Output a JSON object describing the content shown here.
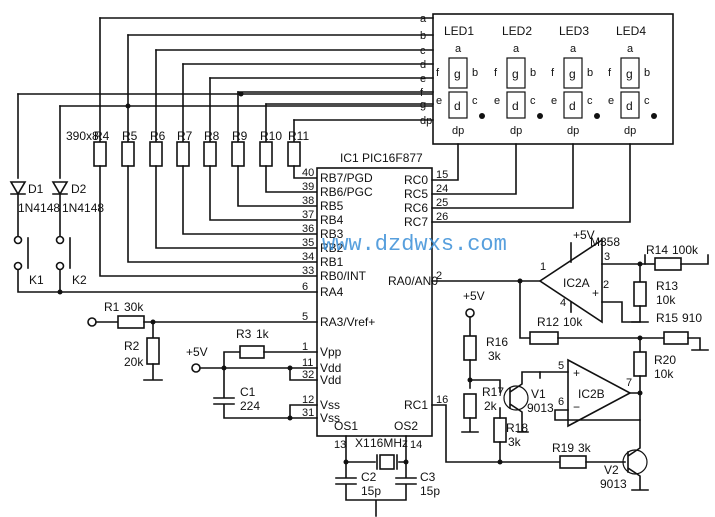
{
  "segment_lines": [
    "a",
    "b",
    "c",
    "d",
    "e",
    "f",
    "g",
    "dp"
  ],
  "displays": [
    {
      "name": "LED1",
      "seg_a": "a",
      "seg_g": "g",
      "seg_b": "b",
      "seg_f": "f",
      "seg_c": "c",
      "seg_e": "e",
      "seg_d": "d",
      "seg_dp": "dp"
    },
    {
      "name": "LED2",
      "seg_a": "a",
      "seg_g": "g",
      "seg_b": "b",
      "seg_f": "f",
      "seg_c": "c",
      "seg_e": "e",
      "seg_d": "d",
      "seg_dp": "dp"
    },
    {
      "name": "LED3",
      "seg_a": "a",
      "seg_g": "g",
      "seg_b": "b",
      "seg_f": "f",
      "seg_c": "c",
      "seg_e": "e",
      "seg_d": "d",
      "seg_dp": "dp"
    },
    {
      "name": "LED4",
      "seg_a": "a",
      "seg_g": "g",
      "seg_b": "b",
      "seg_f": "f",
      "seg_c": "c",
      "seg_e": "e",
      "seg_d": "d",
      "seg_dp": "dp"
    }
  ],
  "resistor_array": {
    "note": "390x8",
    "names": [
      "R4",
      "R5",
      "R6",
      "R7",
      "R8",
      "R9",
      "R10",
      "R11"
    ]
  },
  "ic1": {
    "title": "IC1  PIC16F877",
    "left_pins": [
      {
        "num": "40",
        "name": "RB7/PGD"
      },
      {
        "num": "39",
        "name": "RB6/PGC"
      },
      {
        "num": "38",
        "name": "RB5"
      },
      {
        "num": "37",
        "name": "RB4"
      },
      {
        "num": "36",
        "name": "RB3"
      },
      {
        "num": "35",
        "name": "RB2"
      },
      {
        "num": "34",
        "name": "RB1"
      },
      {
        "num": "33",
        "name": "RB0/INT"
      },
      {
        "num": "6",
        "name": "RA4"
      },
      {
        "num": "5",
        "name": "RA3/Vref+"
      },
      {
        "num": "1",
        "name": "Vpp"
      },
      {
        "num": "11",
        "name": "Vdd"
      },
      {
        "num": "32",
        "name": "Vdd"
      },
      {
        "num": "12",
        "name": "Vss"
      },
      {
        "num": "31",
        "name": "Vss"
      }
    ],
    "right_pins": [
      {
        "num": "15",
        "name": "RC0"
      },
      {
        "num": "24",
        "name": "RC5"
      },
      {
        "num": "25",
        "name": "RC6"
      },
      {
        "num": "26",
        "name": "RC7"
      },
      {
        "num": "2",
        "name": "RA0/AN0"
      },
      {
        "num": "16",
        "name": "RC1"
      }
    ],
    "bottom_pins": [
      {
        "num": "13",
        "name": "OS1"
      },
      {
        "num": "14",
        "name": "OS2"
      }
    ]
  },
  "diodes": [
    {
      "name": "D1",
      "part": "1N4148"
    },
    {
      "name": "D2",
      "part": "1N4148"
    }
  ],
  "keys": [
    "K1",
    "K2"
  ],
  "components": {
    "R1": "R1",
    "R1_val": "30k",
    "R2": "R2",
    "R2_val": "20k",
    "R3": "R3",
    "R3_val": "1k",
    "C1": "C1",
    "C1_val": "224",
    "vcc": "+5V",
    "X1": "X1",
    "X1_val": "16MHz",
    "C2": "C2",
    "C2_val": "15p",
    "C3": "C3",
    "C3_val": "15p",
    "opamp_part": "M358",
    "IC2A": "IC2A",
    "IC2B": "IC2B",
    "R12": "R12",
    "R12_val": "10k",
    "R13": "R13",
    "R13_val": "10k",
    "R14": "R14",
    "R14_val": "100k",
    "R15": "R15",
    "R15_val": "910",
    "R16": "R16",
    "R16_val": "3k",
    "R17": "R17",
    "R17_val": "2k",
    "R18": "R18",
    "R18_val": "3k",
    "R19": "R19",
    "R19_val": "3k",
    "R20": "R20",
    "R20_val": "10k",
    "V1": "V1",
    "V1_part": "9013",
    "V2": "V2",
    "V2_part": "9013",
    "pin_1": "1",
    "pin_2": "2",
    "pin_3": "3",
    "pin_4": "4",
    "pin_5": "5",
    "pin_6": "6",
    "pin_7": "7",
    "plus": "+",
    "minus": "−"
  },
  "watermark": "www.dzdwxs.com"
}
